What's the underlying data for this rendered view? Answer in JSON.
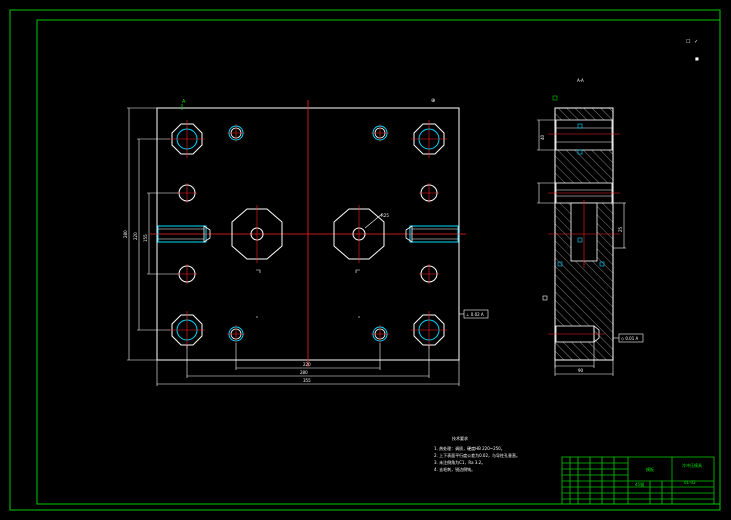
{
  "drawing": {
    "section_label": "A-A",
    "roughness_symbol": "✓",
    "cut_marker_a": "A",
    "center_marker": "⊕",
    "dimensions_front": {
      "total_width": "355",
      "inner_width": "280",
      "hole_span": "220",
      "height_outer": "280",
      "height_mid": "220",
      "height_inner": "155",
      "chamfer_note": "R25"
    },
    "dimensions_section": {
      "thickness": "40",
      "right_note": "25",
      "bottom": "90"
    },
    "datum_box_front": "⊥ 0.02 A",
    "datum_box_section": "◇ 0.01 A"
  },
  "notes": {
    "title": "技术要求",
    "lines": [
      "1. 热处理：调质，硬度HB 220~250。",
      "2. 上下表面平行度公差为0.02，与导柱孔垂直。",
      "3. 未注倒角为C1，Ra 3.2。",
      "4. 去毛刺，锐边倒钝。"
    ]
  },
  "title_block": {
    "part_name": "模板",
    "school": "冷冲压模具",
    "drawing_no": "01-02",
    "material": "45钢"
  }
}
